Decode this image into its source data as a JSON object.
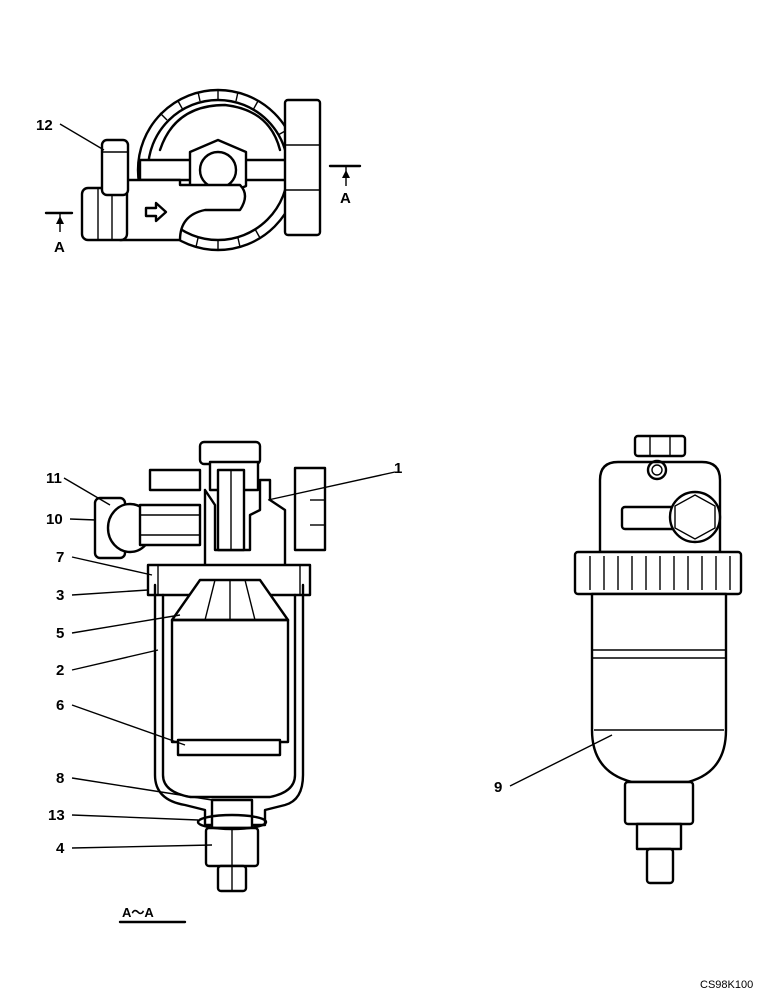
{
  "callouts": {
    "c1": "1",
    "c2": "2",
    "c3": "3",
    "c4": "4",
    "c5": "5",
    "c6": "6",
    "c7": "7",
    "c8": "8",
    "c9": "9",
    "c10": "10",
    "c11": "11",
    "c12": "12",
    "c13": "13"
  },
  "section_marks": {
    "left": "A",
    "right": "A"
  },
  "section_title": "A～A",
  "drawing_code": "CS98K100",
  "flow_arrow_icon": "flow-direction-arrow-icon"
}
